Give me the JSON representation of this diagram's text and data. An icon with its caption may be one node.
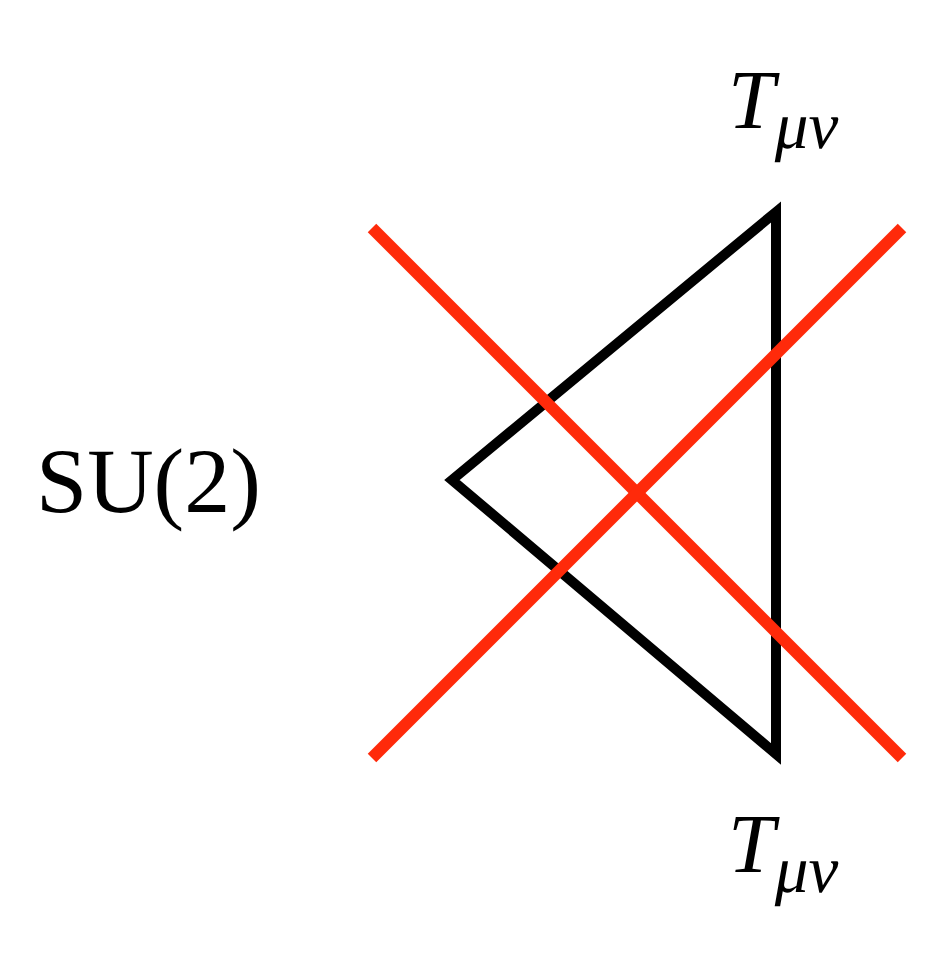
{
  "diagram": {
    "labels": [
      "T$_{μν}$",
      "SU(2)",
      "T$_{μν}$"
    ]
  }
}
